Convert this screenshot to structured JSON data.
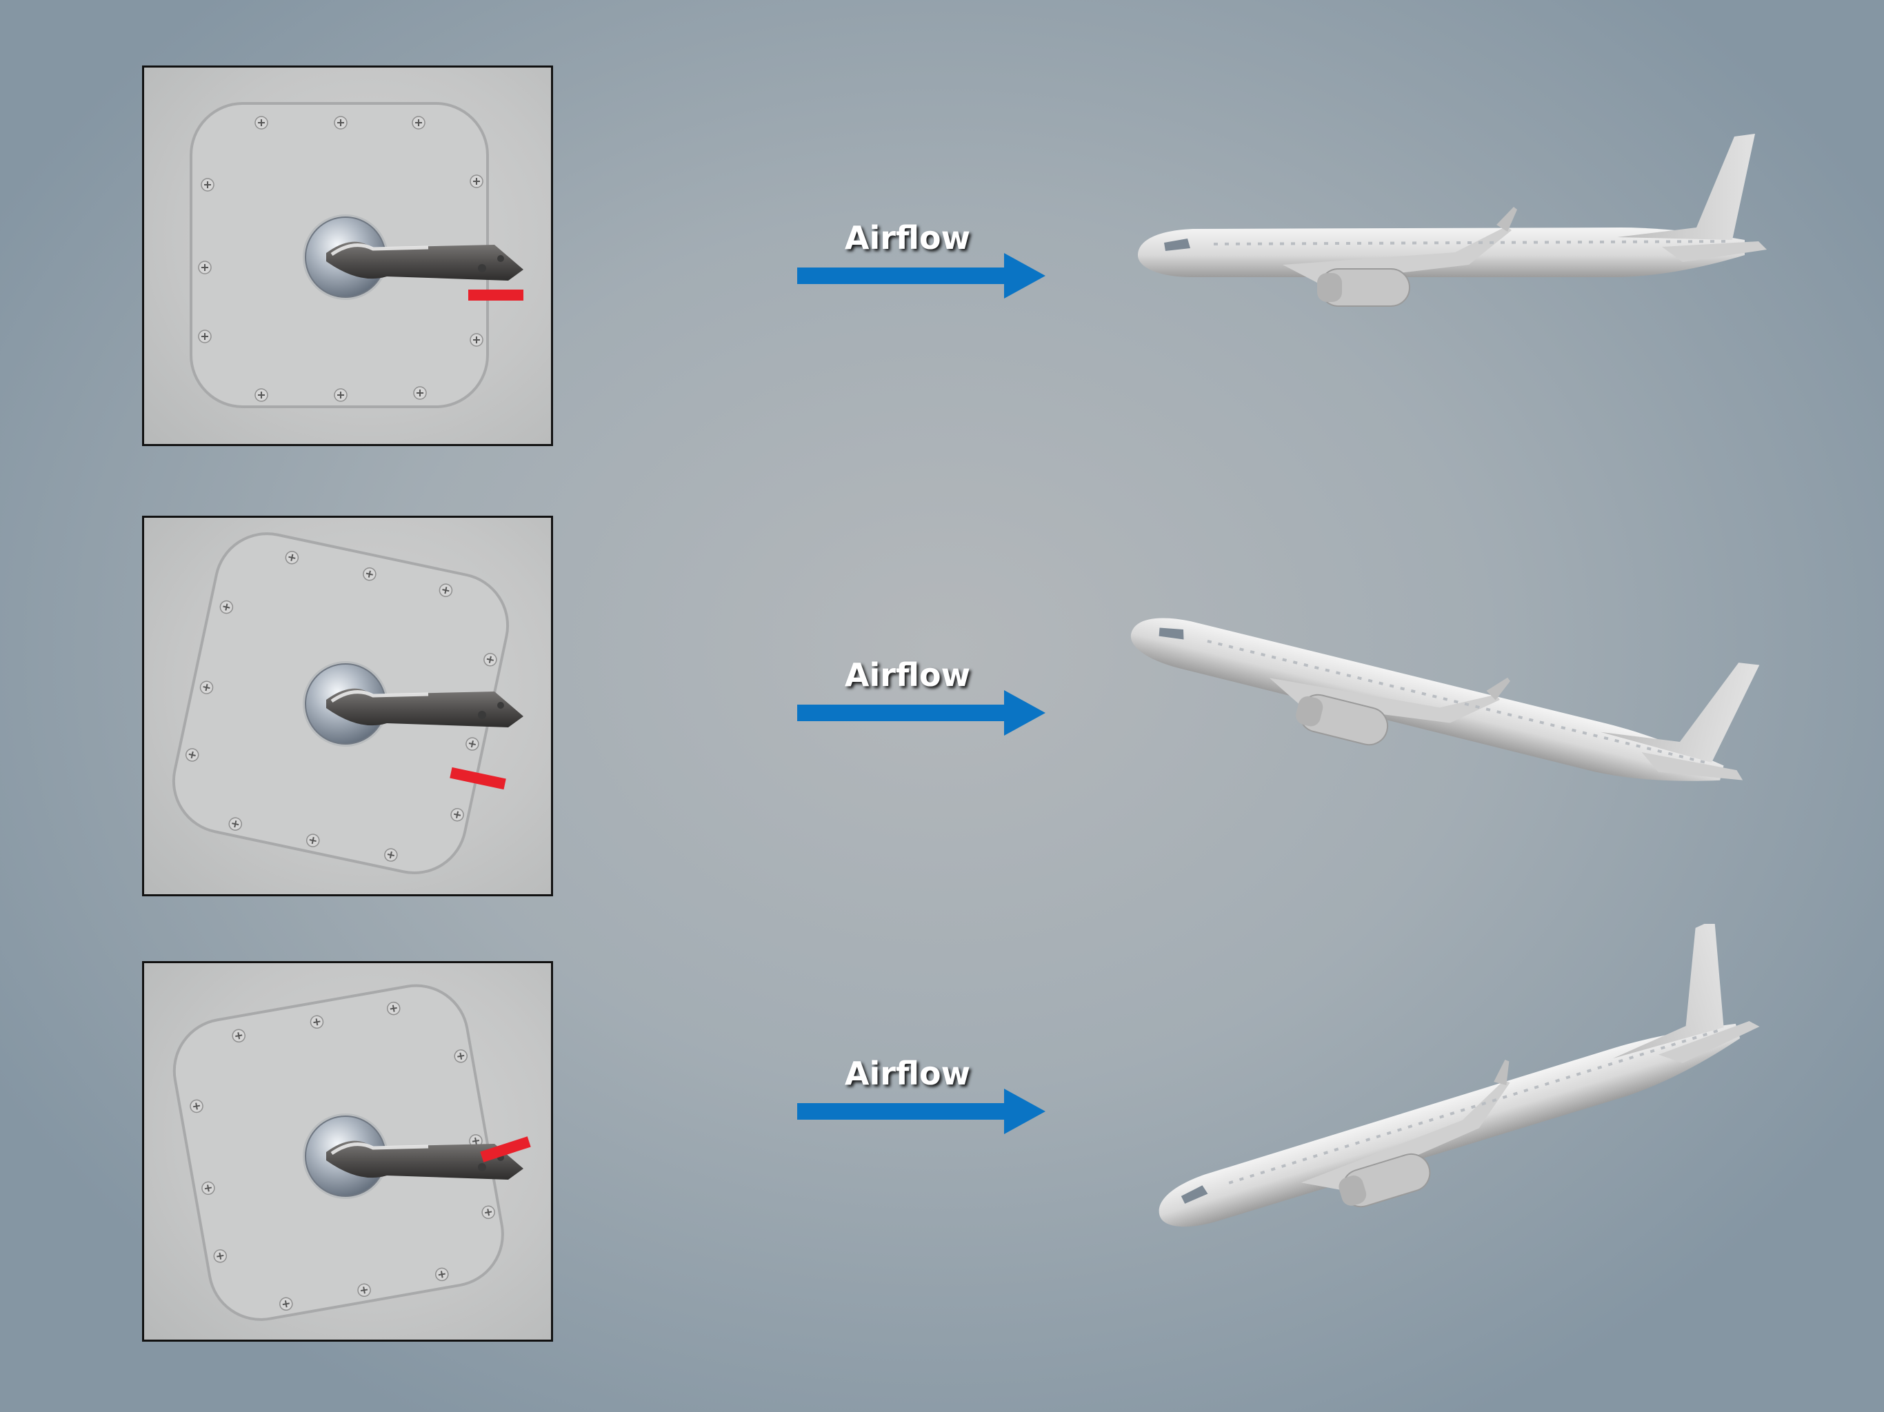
{
  "rows": [
    {
      "airflow_label": "Airflow",
      "attitude": "level"
    },
    {
      "airflow_label": "Airflow",
      "attitude": "nose-up"
    },
    {
      "airflow_label": "Airflow",
      "attitude": "nose-down"
    }
  ],
  "icons": {
    "panel": "static-port-panel-icon",
    "vane": "angle-of-attack-vane-icon",
    "index": "red-index-mark-icon",
    "arrow": "airflow-arrow-icon",
    "plane": "airliner-icon"
  },
  "colors": {
    "arrow": "#0a74c4",
    "index_mark": "#e8202a",
    "panel_border": "#111111",
    "label": "#ffffff"
  }
}
